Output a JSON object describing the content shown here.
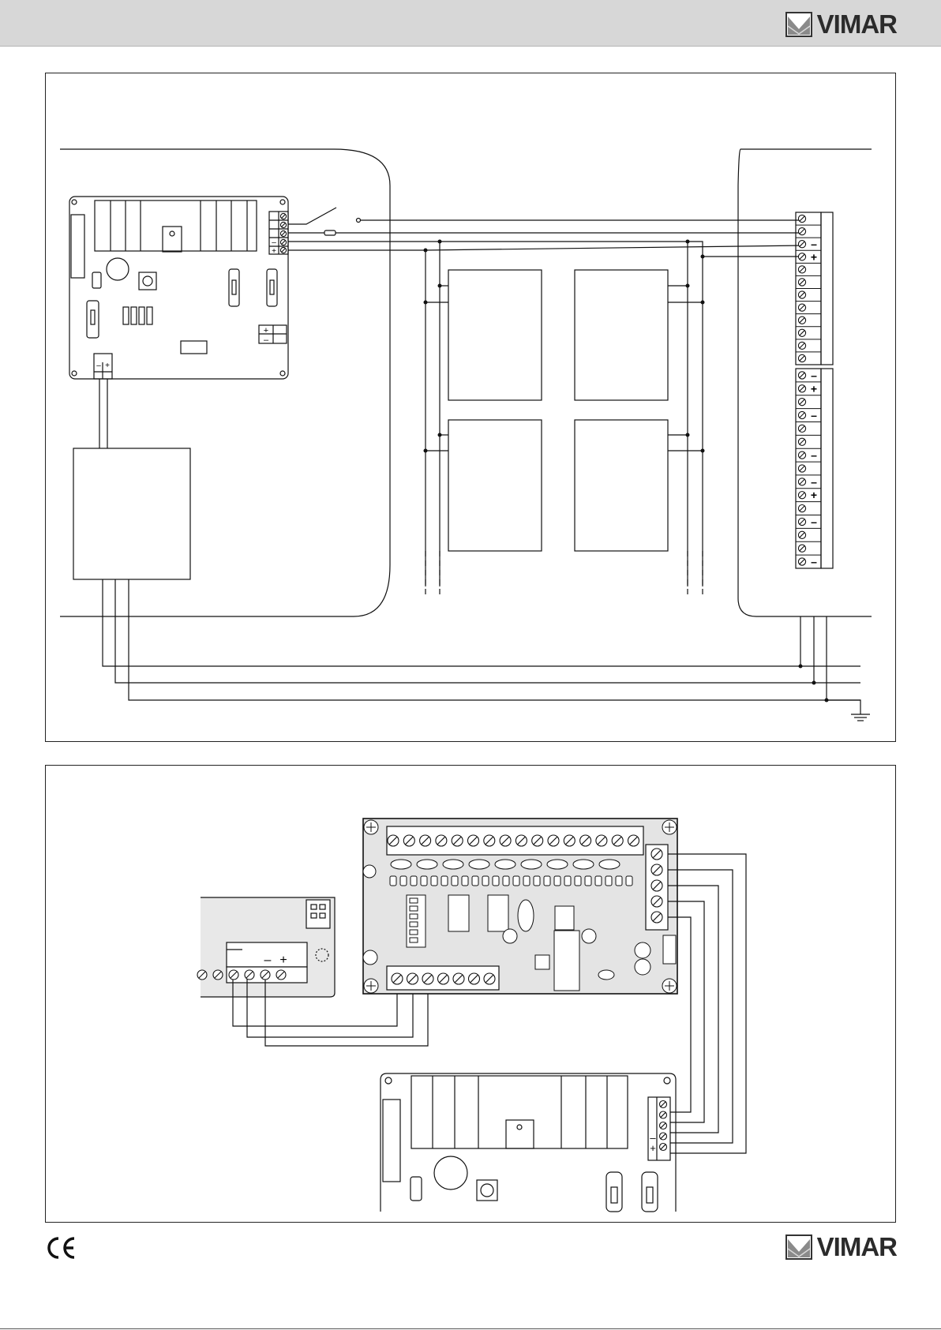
{
  "header": {
    "brand": "VIMAR"
  },
  "footer": {
    "brand": "VIMAR",
    "conformity_mark": "CE"
  },
  "top_diagram": {
    "terminal_block_1": [
      "",
      "",
      "–",
      "+",
      "",
      "",
      "",
      "",
      "",
      "",
      "",
      ""
    ],
    "terminal_block_2": [
      "–",
      "+",
      "",
      "–",
      "",
      "",
      "–",
      "",
      "–",
      "+",
      "",
      "–",
      "",
      "",
      "–"
    ]
  },
  "bottom_diagram": {
    "power_terminals": [
      "–",
      "+"
    ]
  }
}
